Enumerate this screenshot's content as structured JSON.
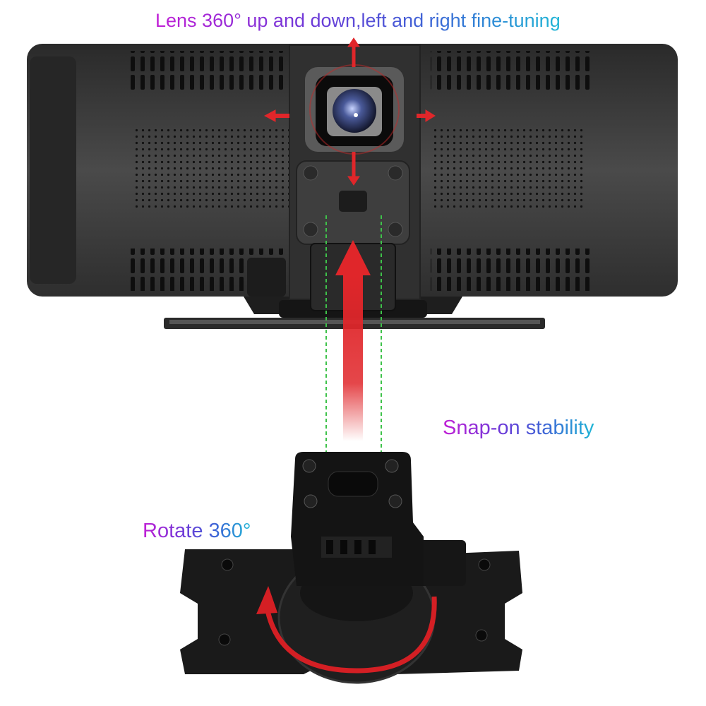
{
  "annotations": {
    "top": "Lens 360° up and down,left and right fine-tuning",
    "snap": "Snap-on stability",
    "rotate": "Rotate 360°"
  },
  "colors": {
    "device_body": "#3a3a3a",
    "device_dark": "#1c1c1c",
    "arrow_red": "#e0262a",
    "guide_green": "#3ec24a",
    "label_gradient_start": "#c11fd6",
    "label_gradient_end": "#1fb6d6"
  }
}
